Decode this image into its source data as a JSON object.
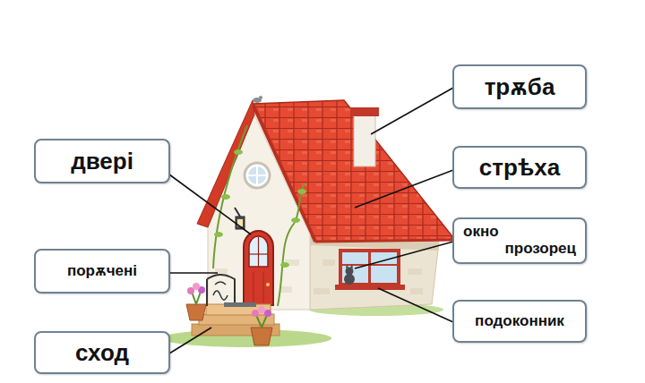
{
  "diagram": {
    "nodes": [
      {
        "text": [
          "трѫба"
        ]
      },
      {
        "text": [
          "двері"
        ]
      },
      {
        "text": [
          "стрѣха"
        ]
      },
      {
        "text": [
          "окно",
          "прозорец"
        ]
      },
      {
        "text": [
          "порѫчені"
        ]
      },
      {
        "text": [
          "подоконник"
        ]
      },
      {
        "text": [
          "сход"
        ]
      }
    ]
  }
}
